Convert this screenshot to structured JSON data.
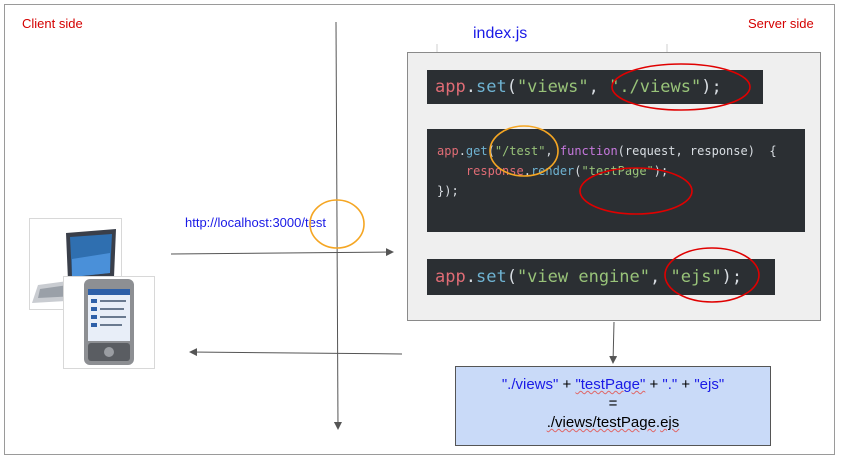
{
  "labels": {
    "client": "Client side",
    "server": "Server side",
    "file": "index.js",
    "url": "http://localhost:3000/test"
  },
  "code1": {
    "obj": "app",
    "dot": ".",
    "method": "set",
    "open": "(",
    "arg1": "\"views\"",
    "comma": ", ",
    "arg2": "\"./views\"",
    "close": ");"
  },
  "code2": {
    "obj": "app",
    "dot": ".",
    "method": "get",
    "open": "(",
    "route": "\"/test\"",
    "comma": ", ",
    "fnkw": "function",
    "params": "(request, response)  {",
    "indent": "    ",
    "resp": "response",
    "dot2": ".",
    "render": "render",
    "open2": "(",
    "view": "\"testPage\"",
    "close2": ");",
    "end": "});"
  },
  "code3": {
    "obj": "app",
    "dot": ".",
    "method": "set",
    "open": "(",
    "arg1": "\"view engine\"",
    "comma": ", ",
    "arg2": "\"ejs\"",
    "close": ");"
  },
  "result": {
    "p1": "\"./views\"",
    "plus1": "  + ",
    "p2": "\"testPage\"",
    "plus2": " + ",
    "p3": "\".\"",
    "plus3": " + ",
    "p4": "\"ejs\"",
    "equals": "=",
    "path_base": "./views/testPage",
    "path_dot": ".",
    "path_ext": "ejs"
  },
  "colors": {
    "red_label": "#d40000",
    "blue_text": "#1a1ae6",
    "code_bg": "#2b2f33",
    "result_bg": "#c9daf8",
    "orange_mark": "#f5a623",
    "red_mark": "#e00000"
  },
  "icons": {
    "laptop": "laptop-icon",
    "pda": "pda-device-icon"
  }
}
